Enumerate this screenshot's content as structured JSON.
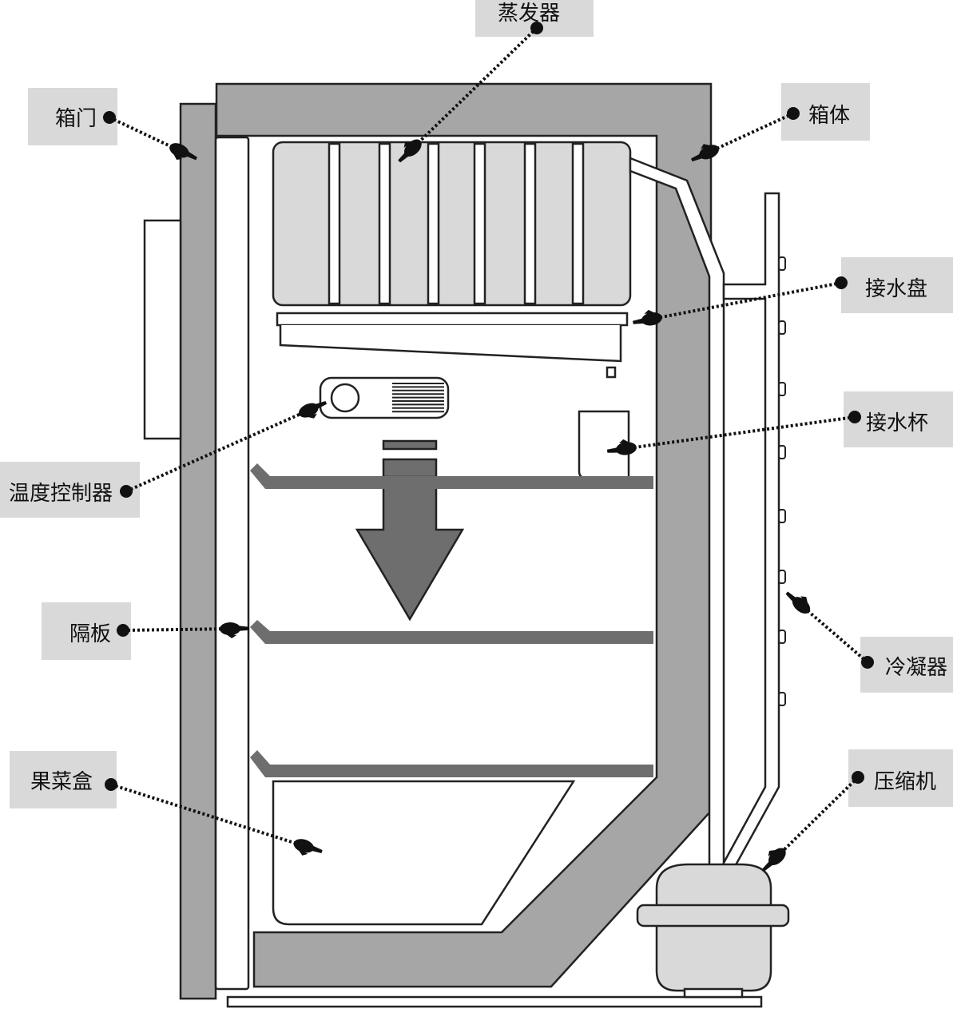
{
  "labels": {
    "evaporator": "蒸发器",
    "door": "箱门",
    "cabinet": "箱体",
    "drip_tray": "接水盘",
    "water_cup": "接水杯",
    "thermostat": "温度控制器",
    "shelf": "隔板",
    "condenser": "冷凝器",
    "crisper": "果菜盒",
    "compressor": "压缩机"
  },
  "colors": {
    "label_background": "#d9d9d9",
    "wall_gray": "#a6a6a6",
    "light_gray": "#d9d9d9",
    "shelf_gray": "#6e6e6e",
    "arrow_gray": "#6e6e6e",
    "line": "#111111"
  }
}
